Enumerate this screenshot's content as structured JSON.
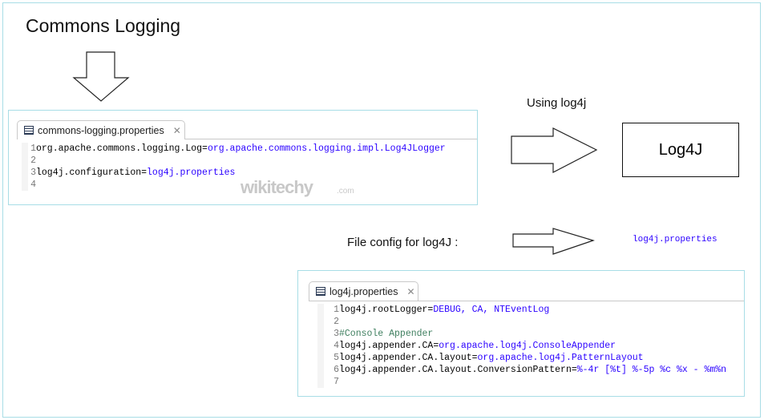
{
  "title": "Commons Logging",
  "using_label": "Using log4j",
  "result_box": "Log4J",
  "file_config_label": "File config for log4J :",
  "file_config_value": "log4j.properties",
  "watermark": {
    "name": "wikitechy",
    "suffix": ".com"
  },
  "editor1": {
    "tab": "commons-logging.properties",
    "lines": [
      {
        "n": "1",
        "key": "org.apache.commons.logging.Log=",
        "val": "org.apache.commons.logging.impl.Log4JLogger"
      },
      {
        "n": "2",
        "key": "",
        "val": ""
      },
      {
        "n": "3",
        "key": "log4j.configuration=",
        "val": "log4j.properties"
      },
      {
        "n": "4",
        "key": "",
        "val": ""
      }
    ]
  },
  "editor2": {
    "tab": "log4j.properties",
    "lines": [
      {
        "n": "1",
        "key": "log4j.rootLogger=",
        "val": "DEBUG, CA, NTEventLog"
      },
      {
        "n": "2",
        "key": "",
        "val": ""
      },
      {
        "n": "3",
        "comment": "#Console Appender"
      },
      {
        "n": "4",
        "key": "log4j.appender.CA=",
        "val": "org.apache.log4j.ConsoleAppender"
      },
      {
        "n": "5",
        "key": "log4j.appender.CA.layout=",
        "val": "org.apache.log4j.PatternLayout"
      },
      {
        "n": "6",
        "key": "log4j.appender.CA.layout.ConversionPattern=",
        "val": "%-4r [%t] %-5p %c %x - %m%n"
      },
      {
        "n": "7",
        "key": "",
        "val": ""
      }
    ]
  }
}
